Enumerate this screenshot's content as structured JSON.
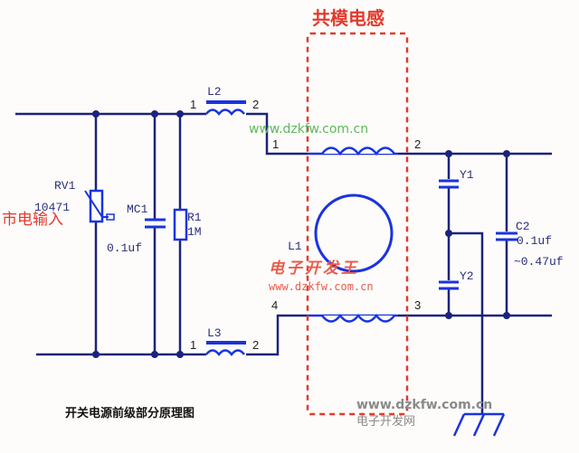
{
  "title": "共模电感",
  "caption": "开关电源前级部分原理图",
  "input_label": "市电输入",
  "components": {
    "rv1": {
      "ref": "RV1",
      "value": "10471"
    },
    "mc1": {
      "ref": "MC1",
      "value": "0.1uf"
    },
    "r1": {
      "ref": "R1",
      "value": "1M"
    },
    "l2": {
      "ref": "L2",
      "pin1": "1",
      "pin2": "2"
    },
    "l3": {
      "ref": "L3",
      "pin1": "1",
      "pin2": "2"
    },
    "l1": {
      "ref": "L1",
      "pin1": "1",
      "pin2": "2",
      "pin3": "3",
      "pin4": "4"
    },
    "y1": {
      "ref": "Y1"
    },
    "y2": {
      "ref": "Y2"
    },
    "c2": {
      "ref": "C2",
      "value1": "0.1uf",
      "value2": "~0.47uf"
    }
  },
  "watermarks": {
    "url": "www.dzkfw.com.cn",
    "brand_red": "电子开发王",
    "brand_gray": "电子开发网"
  },
  "colors": {
    "wire": "#1c237c",
    "component": "#1a33e0",
    "highlight_box": "#e23a2e"
  }
}
